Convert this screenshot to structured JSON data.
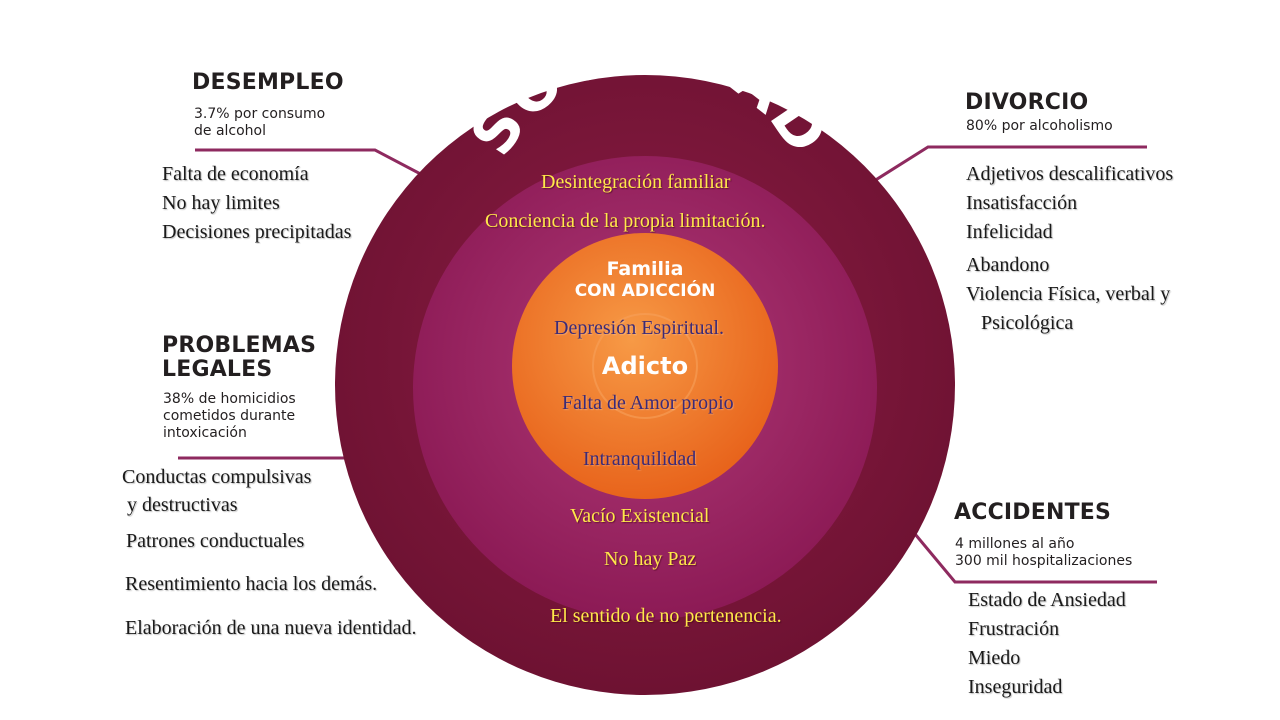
{
  "rings": {
    "outer_label": "SOCIEDAD",
    "middle_label_line1": "Familia",
    "middle_label_line2": "con adicción",
    "center_label": "Adicto"
  },
  "colors": {
    "outer_ring": "#7a1538",
    "middle_ring": "#96205e",
    "inner_ring": "#f07a28",
    "connector_line": "#8e2a5f",
    "yellow_text": "#ffe84a",
    "dark_text": "#3a2a78"
  },
  "categories": {
    "desempleo": {
      "title": "DESEMPLEO",
      "subtitle": "3.7% por consumo\nde alcohol",
      "items": [
        "Falta de economía",
        "No hay limites",
        "Decisiones precipitadas"
      ]
    },
    "divorcio": {
      "title": "DIVORCIO",
      "subtitle": "80% por alcoholismo",
      "items": [
        "Adjetivos descalificativos",
        "Insatisfacción",
        "Infelicidad",
        "Abandono",
        "Violencia Física, verbal y",
        "   Psicológica"
      ]
    },
    "problemas_legales": {
      "title_line1": "PROBLEMAS",
      "title_line2": "LEGALES",
      "subtitle": "38% de homicidios\ncometidos durante\nintoxicación",
      "items": [
        "Conductas compulsivas",
        " y destructivas",
        "Patrones conductuales",
        "Resentimiento hacia los demás.",
        "Elaboración de una nueva identidad."
      ]
    },
    "accidentes": {
      "title": "ACCIDENTES",
      "subtitle": "4 millones al año\n300 mil hospitalizaciones",
      "items": [
        "Estado de Ansiedad",
        "Frustración",
        "Miedo",
        "Inseguridad"
      ]
    }
  },
  "ring_texts": {
    "middle_top": [
      "Desintegración familiar",
      "Conciencia de la propia limitación."
    ],
    "inner": [
      "Depresión Espiritual.",
      "Falta de Amor propio",
      "Intranquilidad"
    ],
    "middle_bottom": [
      "Vacío Existencial",
      "No hay Paz",
      "El sentido de no pertenencia."
    ]
  }
}
